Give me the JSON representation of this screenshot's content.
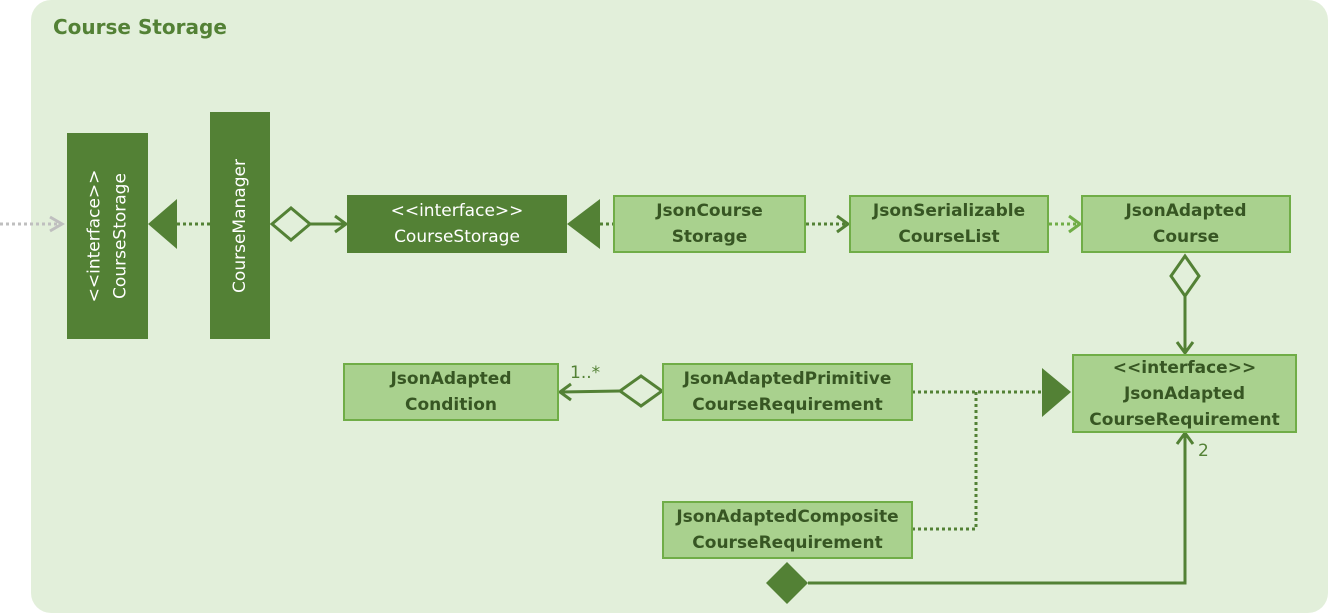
{
  "diagram": {
    "title": "Course Storage",
    "classes": {
      "course_storage_vertical": {
        "stereotype": "<<interface>>",
        "name": "CourseStorage"
      },
      "course_manager": {
        "name": "CourseManager"
      },
      "course_storage_interface": {
        "stereotype": "<<interface>>",
        "name": "CourseStorage"
      },
      "json_course_storage": {
        "line1": "JsonCourse",
        "line2": "Storage"
      },
      "json_serializable_course_list": {
        "line1": "JsonSerializable",
        "line2": "CourseList"
      },
      "json_adapted_course": {
        "line1": "JsonAdapted",
        "line2": "Course"
      },
      "json_adapted_course_requirement": {
        "stereotype": "<<interface>>",
        "line1": "JsonAdapted",
        "line2": "CourseRequirement"
      },
      "json_adapted_condition": {
        "line1": "JsonAdapted",
        "line2": "Condition"
      },
      "json_adapted_primitive": {
        "line1": "JsonAdaptedPrimitive",
        "line2": "CourseRequirement"
      },
      "json_adapted_composite": {
        "line1": "JsonAdaptedComposite",
        "line2": "CourseRequirement"
      }
    },
    "multiplicities": {
      "condition": "1..*",
      "composite_requirement": "2"
    },
    "colors": {
      "background": "#e2efda",
      "dark_fill": "#538135",
      "light_fill": "#a9d18e",
      "light_border": "#70ad47",
      "light_text": "#375623",
      "external_arrow": "#bfbfbf"
    }
  }
}
